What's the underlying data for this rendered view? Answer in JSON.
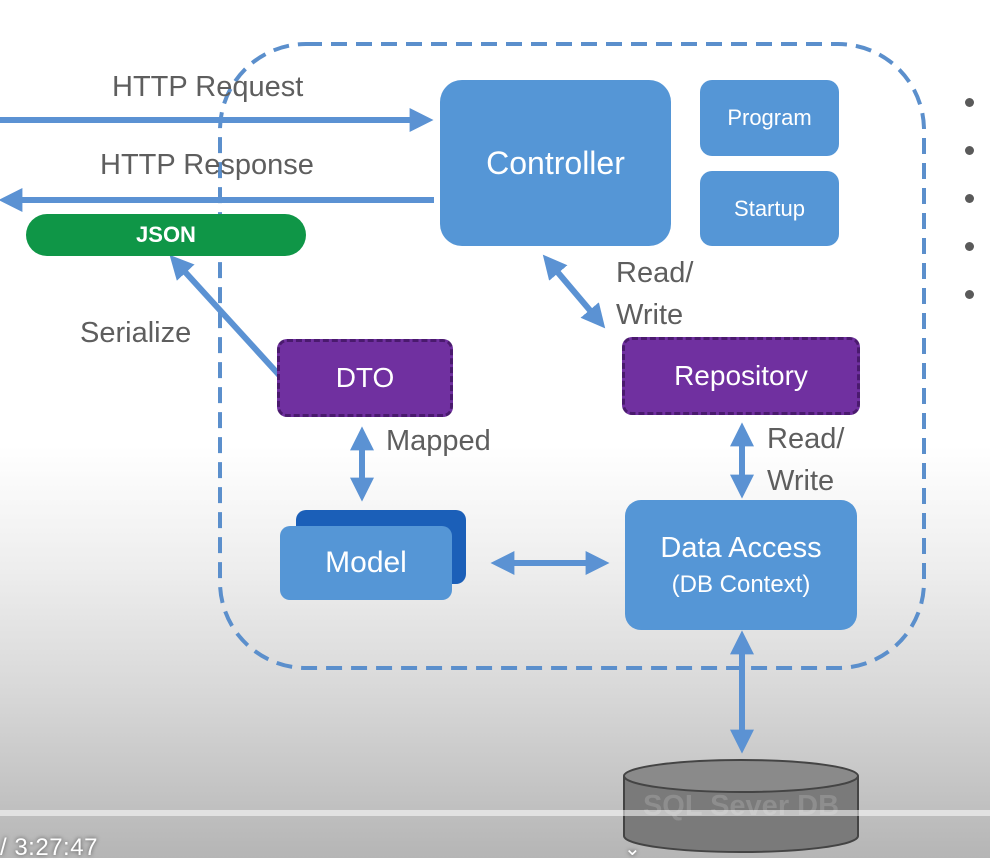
{
  "diagram": {
    "http_request": "HTTP Request",
    "http_response": "HTTP Response",
    "json": "JSON",
    "serialize": "Serialize",
    "controller": "Controller",
    "program": "Program",
    "startup": "Startup",
    "read_write_top_line1": "Read/",
    "read_write_top_line2": "Write",
    "repository": "Repository",
    "dto": "DTO",
    "mapped": "Mapped",
    "read_write_bottom_line1": "Read/",
    "read_write_bottom_line2": "Write",
    "model": "Model",
    "data_access": "Data Access",
    "db_context": "(DB Context)",
    "sql_db": "SQL Sever DB"
  },
  "player": {
    "time": "/ 3:27:47",
    "chevron": "⌄"
  },
  "colors": {
    "box_blue": "#5596d6",
    "arrow_blue": "#5b92d3",
    "repository_purple": "#7030a0",
    "json_green": "#0f9647",
    "database_grey": "#7a7a7a"
  }
}
